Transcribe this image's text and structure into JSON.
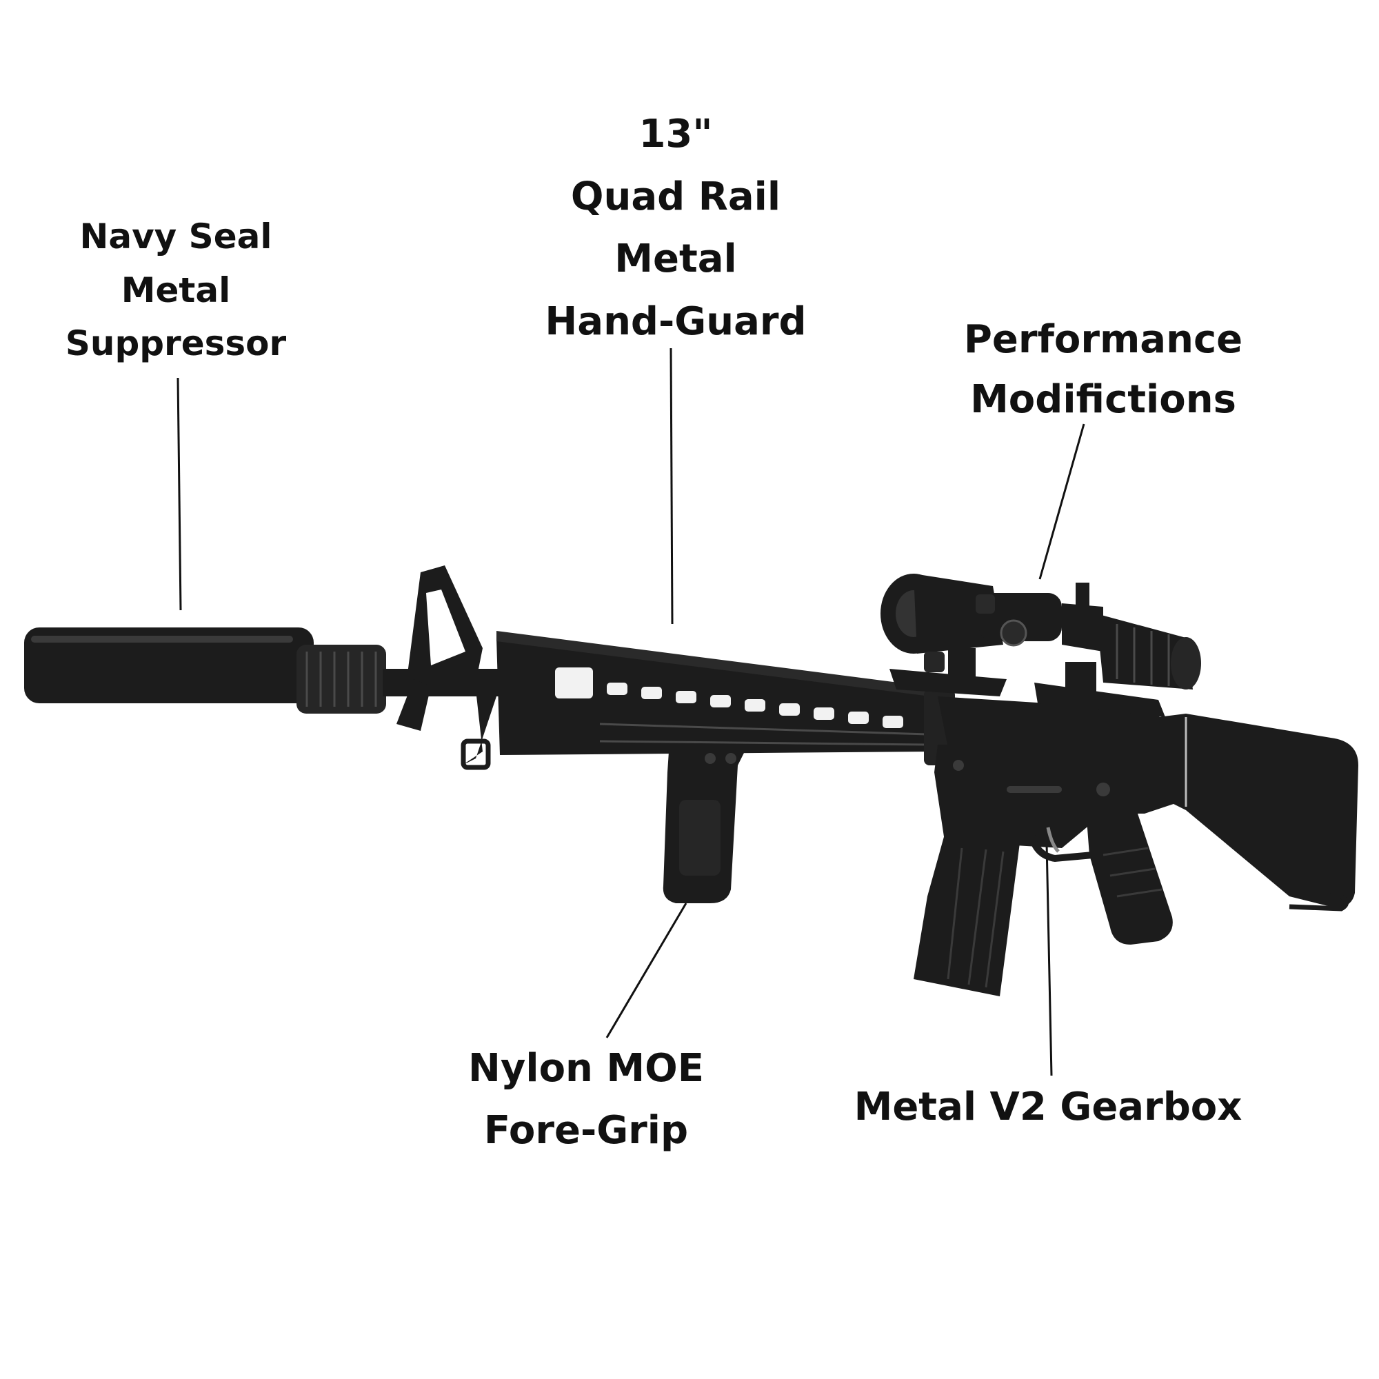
{
  "labels": {
    "suppressor": [
      "Navy Seal",
      "Metal",
      "Suppressor"
    ],
    "handguard": [
      "13\"",
      "Quad Rail",
      "Metal",
      "Hand-Guard"
    ],
    "performance": [
      "Performance",
      "Modifictions"
    ],
    "foregrip": [
      "Nylon MOE",
      "Fore-Grip"
    ],
    "gearbox": [
      "Metal V2 Gearbox"
    ]
  },
  "colors": {
    "background": "#ffffff",
    "text": "#111111",
    "rifle": "#1c1c1c",
    "rifle_highlight": "#3a3a3a",
    "leader_line": "#111111"
  },
  "image": {
    "subject": "rifle-illustration"
  }
}
